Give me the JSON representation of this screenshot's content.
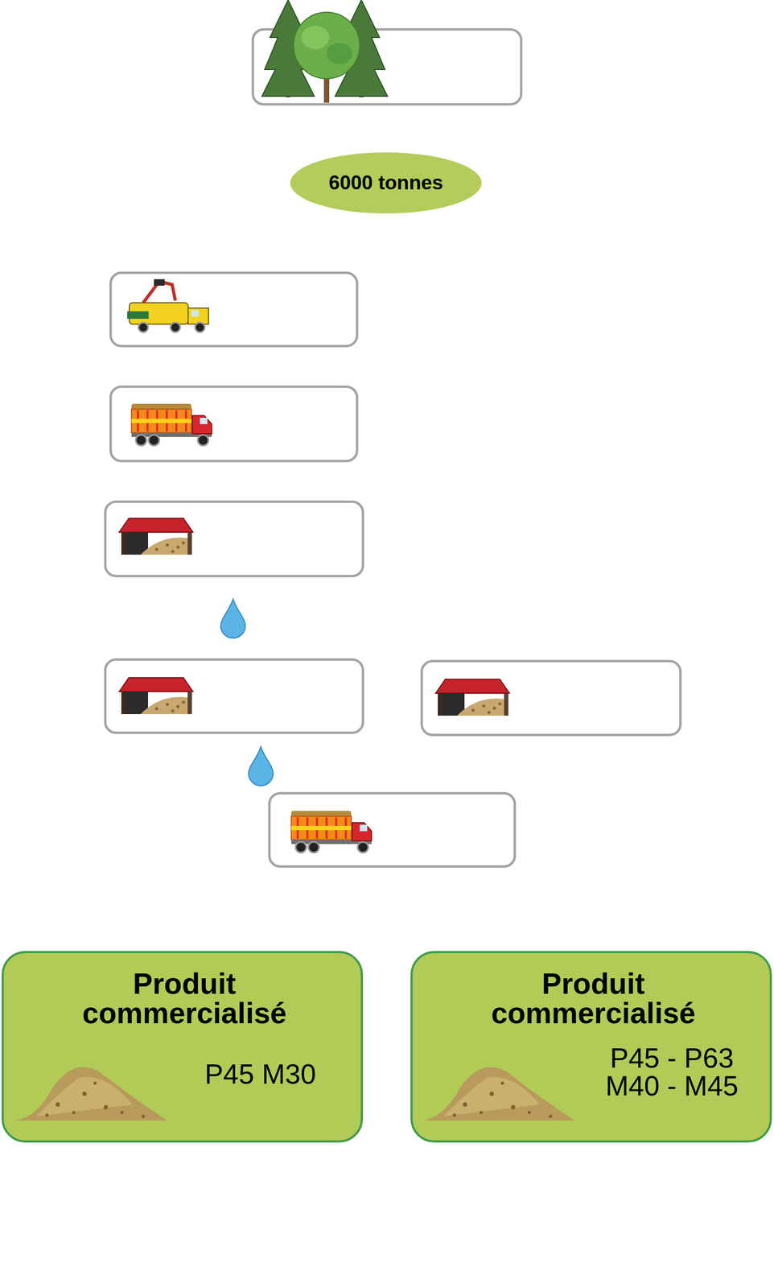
{
  "diagram": {
    "nodes": [
      {
        "text": [
          "6000 tonnes"
        ]
      },
      {
        "text": [
          "Produit commercialisé",
          "P45 M30"
        ]
      },
      {
        "text": [
          "Produit commercialisé",
          "P45 - P63 M40 - M45"
        ]
      }
    ]
  }
}
